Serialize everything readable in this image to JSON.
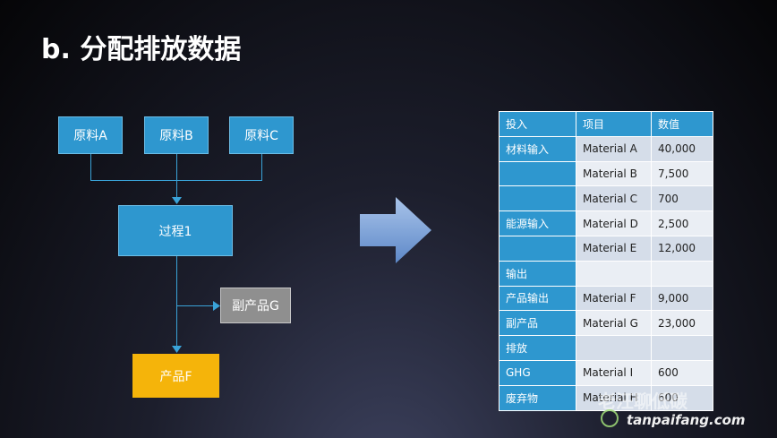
{
  "slide": {
    "title": "b. 分配排放数据"
  },
  "flow": {
    "material_a": "原料A",
    "material_b": "原料B",
    "material_c": "原料C",
    "process": "过程1",
    "byproduct": "副产品G",
    "product": "产品F"
  },
  "table": {
    "headers": [
      "投入",
      "项目",
      "数值"
    ],
    "rows": [
      [
        "材料输入",
        "Material A",
        "40,000"
      ],
      [
        "",
        "Material B",
        "7,500"
      ],
      [
        "",
        "Material C",
        "700"
      ],
      [
        "能源输入",
        "Material D",
        "2,500"
      ],
      [
        "",
        "Material E",
        "12,000"
      ],
      [
        "输出",
        "",
        ""
      ],
      [
        "产品输出",
        "Material F",
        "9,000"
      ],
      [
        "副产品",
        "Material G",
        "23,000"
      ],
      [
        "排放",
        "",
        ""
      ],
      [
        "GHG",
        "Material I",
        "600"
      ],
      [
        "废弃物",
        "Material H",
        "600"
      ]
    ]
  },
  "watermark": {
    "name": "老汪聊低碳",
    "url": "tanpaifang.com"
  },
  "colors": {
    "box_blue": "#2e97cf",
    "box_gray": "#8f8f8f",
    "box_gold": "#f5b40a",
    "arrow_blue": "#7ea7dd"
  }
}
